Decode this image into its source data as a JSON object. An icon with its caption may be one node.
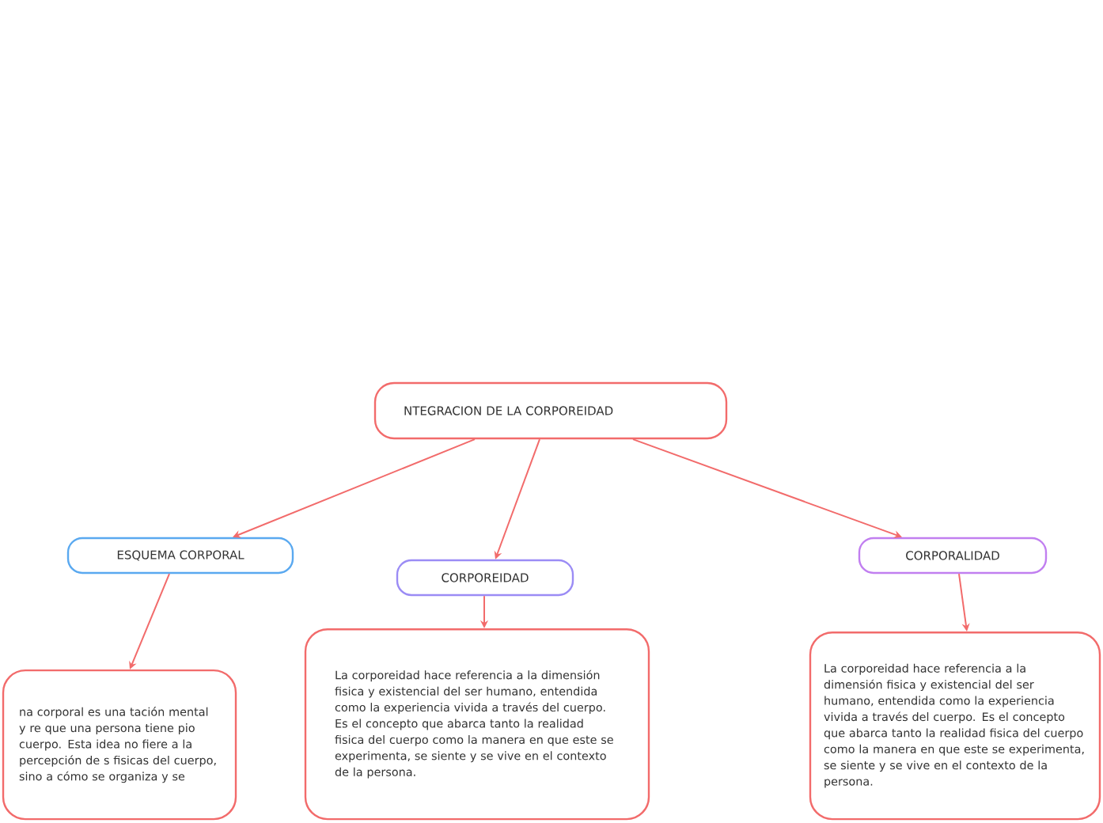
{
  "diagram": {
    "nodes": [
      {
        "text": [
          "NTEGRACION DE LA CORPOREIDAD"
        ]
      },
      {
        "text": [
          "ESQUEMA CORPORAL"
        ]
      },
      {
        "text": [
          "CORPOREIDAD"
        ]
      },
      {
        "text": [
          "CORPORALIDAD"
        ]
      },
      {
        "text": [
          "na corporal es una tación mental y re que una persona tiene pio cuerpo. Esta idea no fiere a la percepción de s fisicas del cuerpo, sino a cómo se organiza y se"
        ]
      },
      {
        "text": [
          "La corporeidad hace referencia a la dimensión fisica y existencial del ser humano, entendida como la experiencia vivida a través del cuerpo. Es el concepto que abarca tanto la realidad fisica del cuerpo como la manera en que este se experimenta, se siente y se vive en el contexto de la persona."
        ]
      },
      {
        "text": [
          "La corporeidad hace referencia a la dimensión fisica y existencial del ser humano, entendida como la experiencia vivida a través del cuerpo. Es el concepto que abarca tanto la realidad fisica del cuerpo como la manera en que este se experimenta, se siente y se vive en el contexto de la persona."
        ]
      }
    ],
    "edges": [
      {
        "from": 0,
        "to": 1,
        "arrow": "to"
      },
      {
        "from": 0,
        "to": 2,
        "arrow": "to"
      },
      {
        "from": 0,
        "to": 3,
        "arrow": "to"
      },
      {
        "from": 1,
        "to": 4,
        "arrow": "to"
      },
      {
        "from": 2,
        "to": 5,
        "arrow": "to"
      },
      {
        "from": 3,
        "to": 6,
        "arrow": "to"
      }
    ]
  }
}
